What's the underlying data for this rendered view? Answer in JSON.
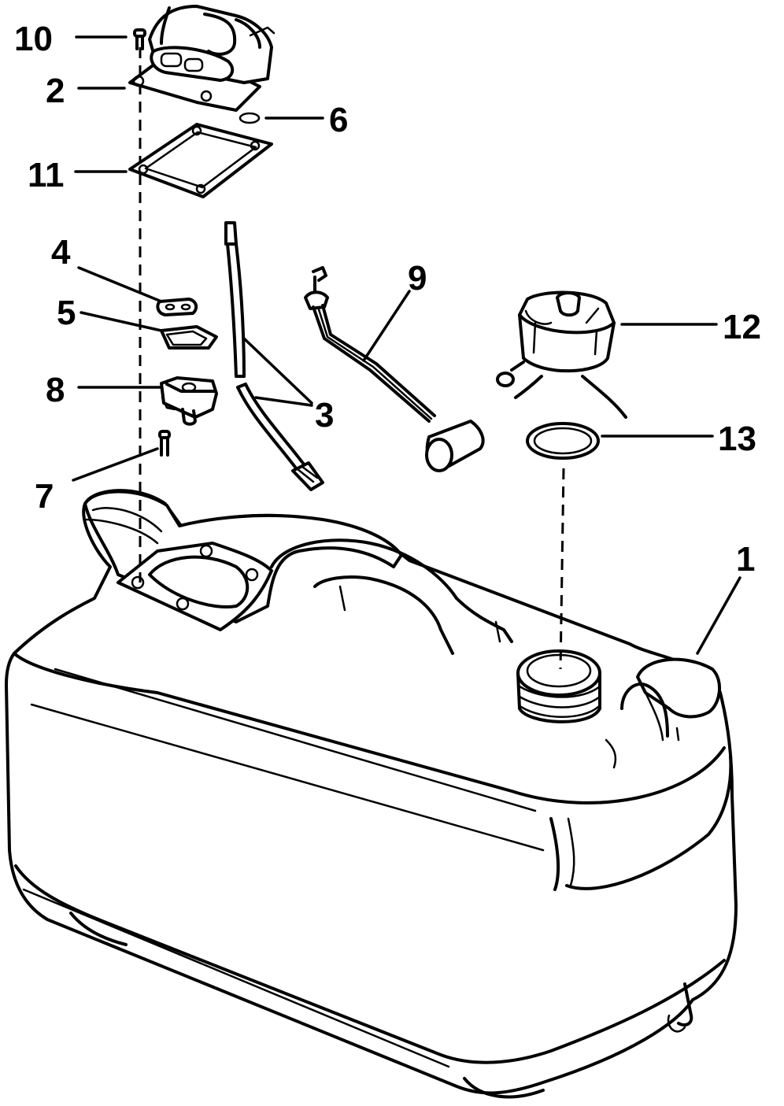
{
  "diagram": {
    "colors": {
      "ink": "#000000",
      "paper": "#ffffff"
    },
    "callouts": {
      "c1": "1",
      "c2": "2",
      "c3": "3",
      "c4": "4",
      "c5": "5",
      "c6": "6",
      "c7": "7",
      "c8": "8",
      "c9": "9",
      "c10": "10",
      "c11": "11",
      "c12": "12",
      "c13": "13"
    }
  }
}
